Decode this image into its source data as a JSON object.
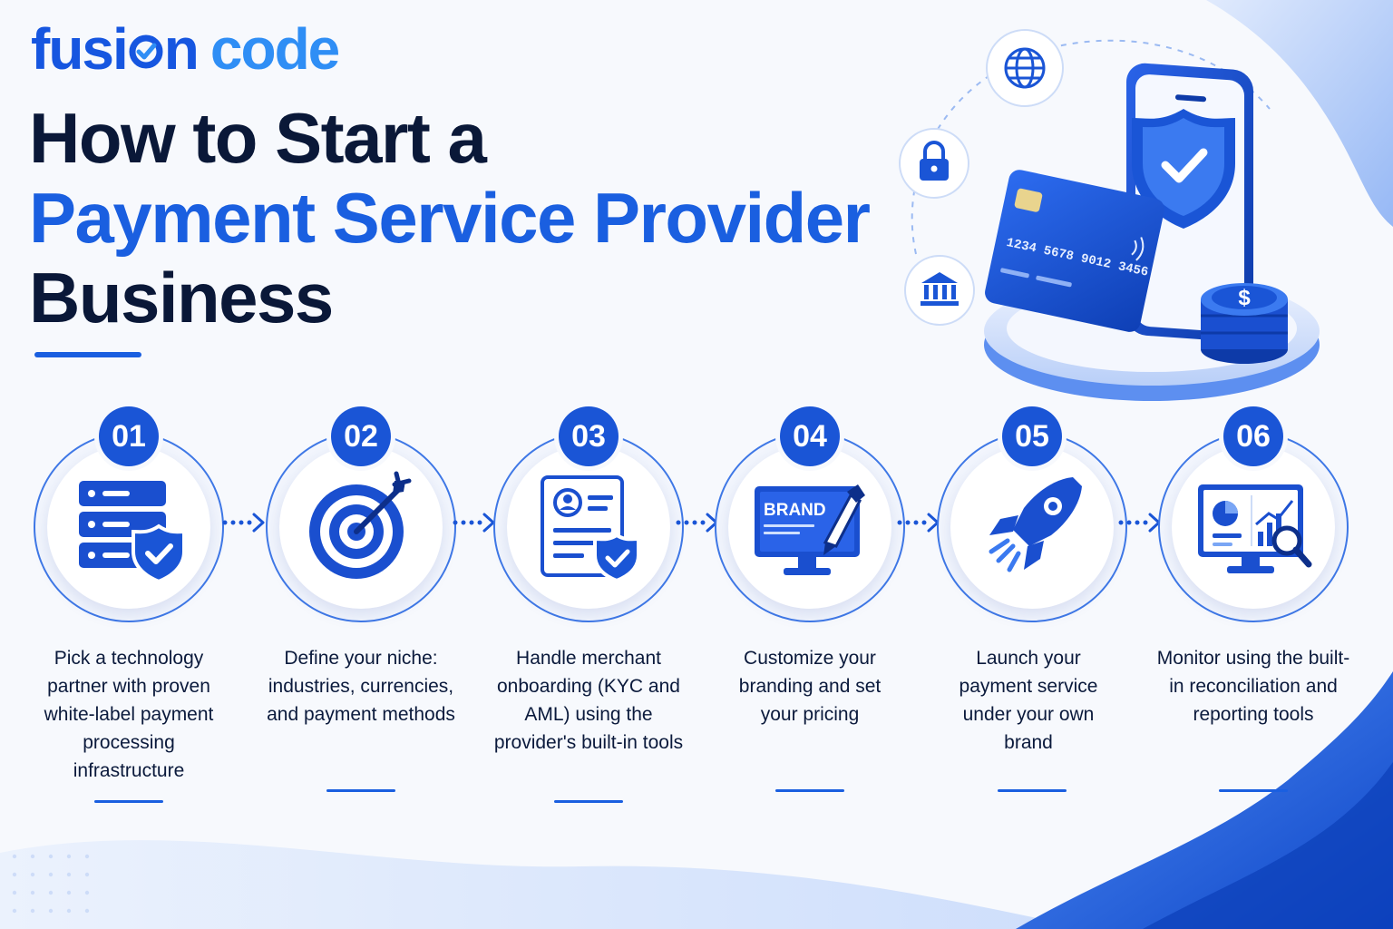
{
  "brand": {
    "logo_word1_left": "fusi",
    "logo_word1_right": "n",
    "logo_word2": "code",
    "accent": "#1a5fe0",
    "navy": "#0a1838"
  },
  "title": {
    "line1": "How to Start a",
    "line2": "Payment Service Provider",
    "line3": "Business"
  },
  "hero": {
    "card_number": "1234 5678 9012 3456",
    "icons": [
      "globe-icon",
      "lock-icon",
      "bank-icon",
      "shield-check-icon",
      "dollar-coin-icon"
    ]
  },
  "steps": [
    {
      "number": "01",
      "icon": "server-shield-icon",
      "text": "Pick a technology partner with proven white-label payment processing infrastructure"
    },
    {
      "number": "02",
      "icon": "target-icon",
      "text": "Define your niche: industries, currencies, and payment methods"
    },
    {
      "number": "03",
      "icon": "id-document-shield-icon",
      "text": "Handle merchant onboarding (KYC and AML) using the provider's built-in tools"
    },
    {
      "number": "04",
      "icon": "brand-monitor-icon",
      "text": "Customize your branding and set your pricing",
      "monitor_label": "BRAND"
    },
    {
      "number": "05",
      "icon": "rocket-icon",
      "text": "Launch your payment service under your own brand"
    },
    {
      "number": "06",
      "icon": "analytics-monitor-icon",
      "text": "Monitor using the built-in reconciliation and reporting tools"
    }
  ]
}
